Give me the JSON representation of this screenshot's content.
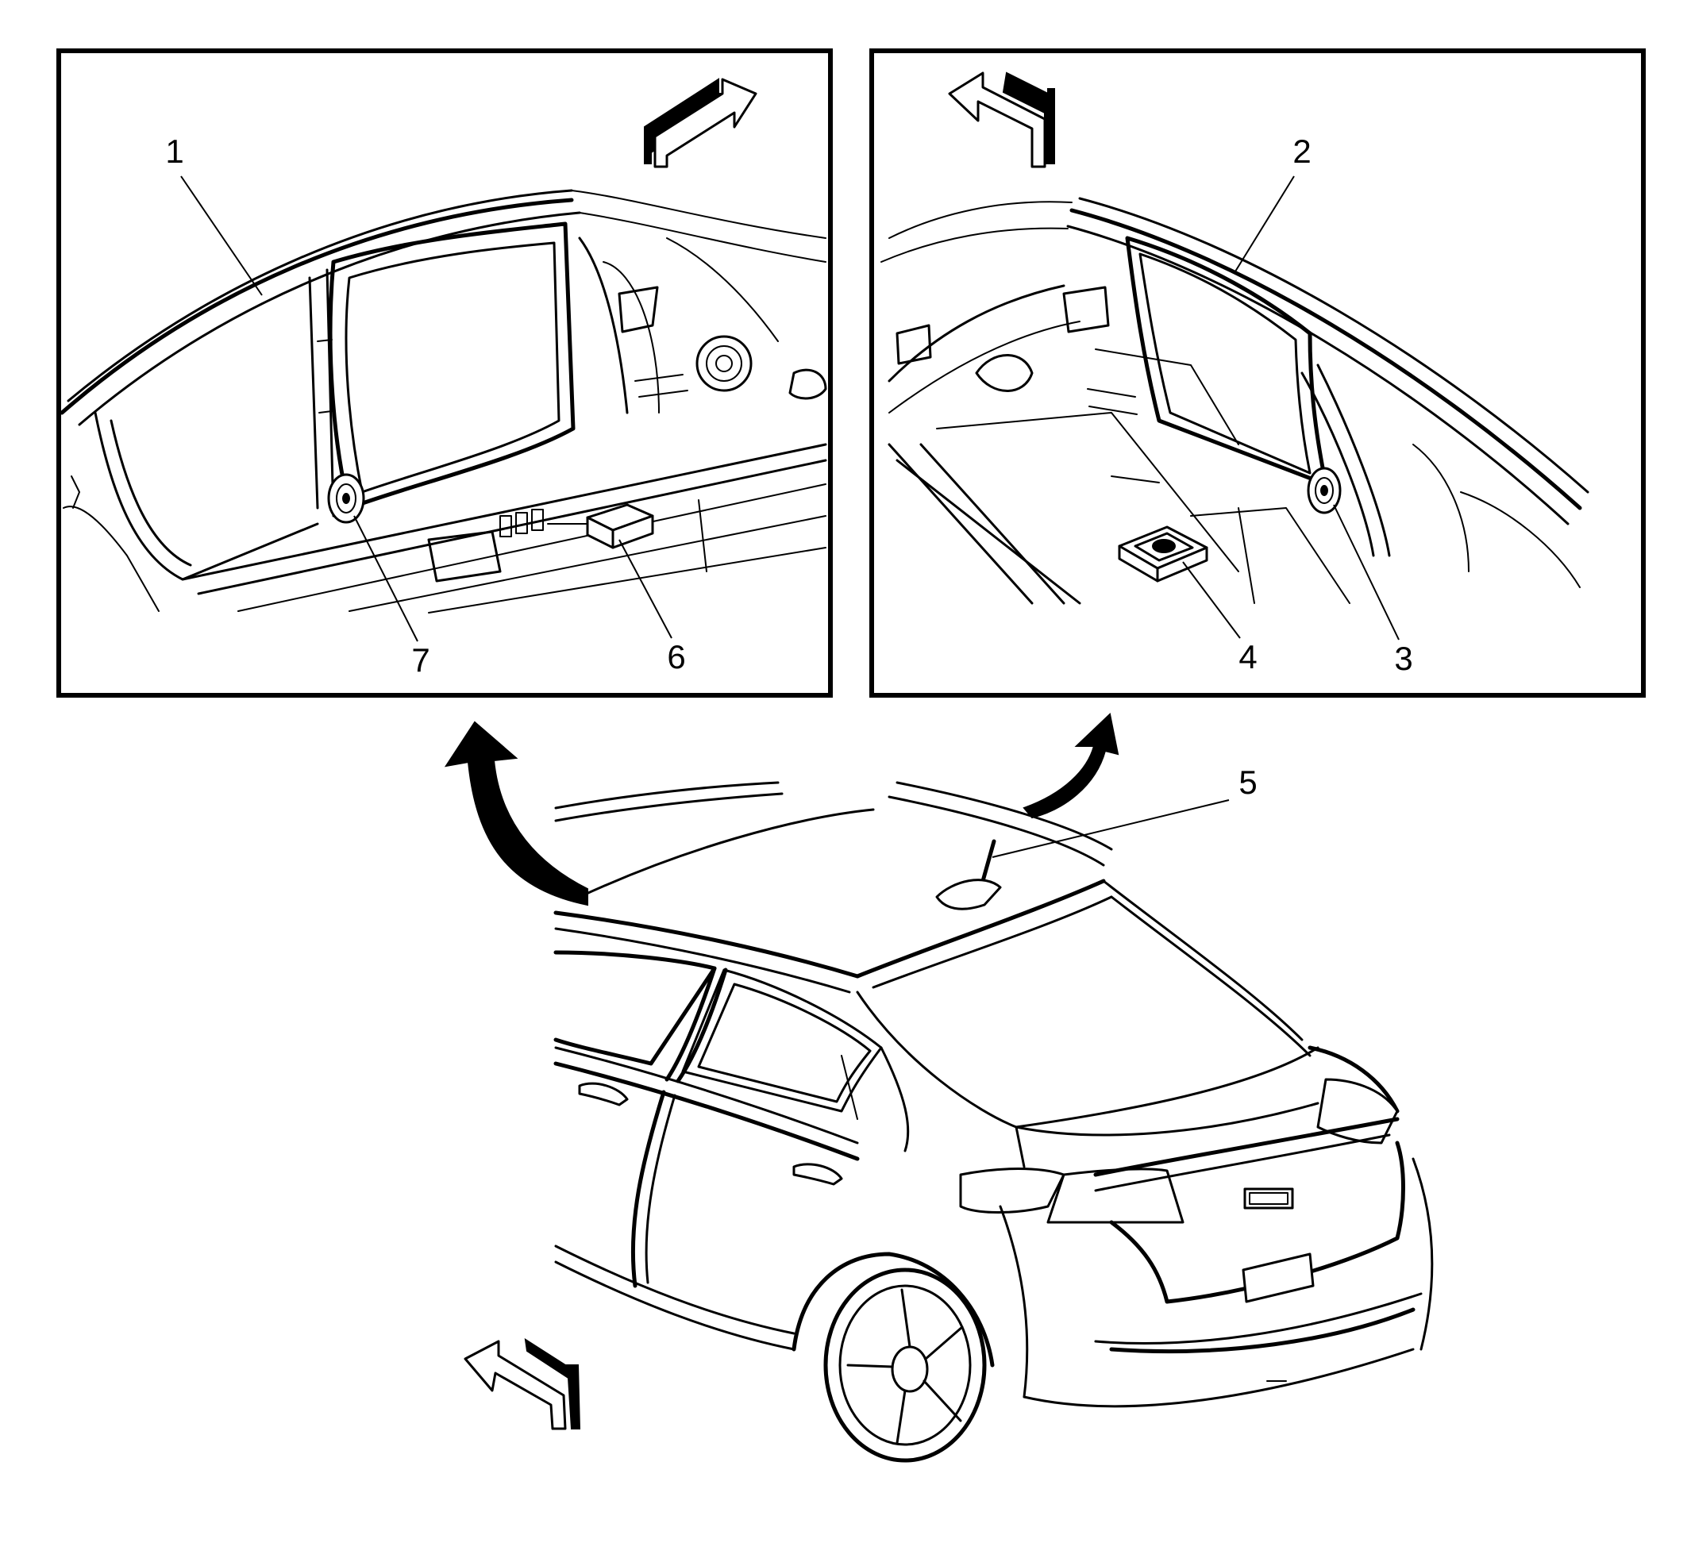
{
  "callouts": {
    "c1": "1",
    "c2": "2",
    "c3": "3",
    "c4": "4",
    "c5": "5",
    "c6": "6",
    "c7": "7"
  },
  "colors": {
    "line": "#000000",
    "background": "#ffffff"
  },
  "icons": {
    "direction_arrow": "hollow-3d-arrow-icon",
    "view_arrow": "curved-view-arrow-icon"
  }
}
